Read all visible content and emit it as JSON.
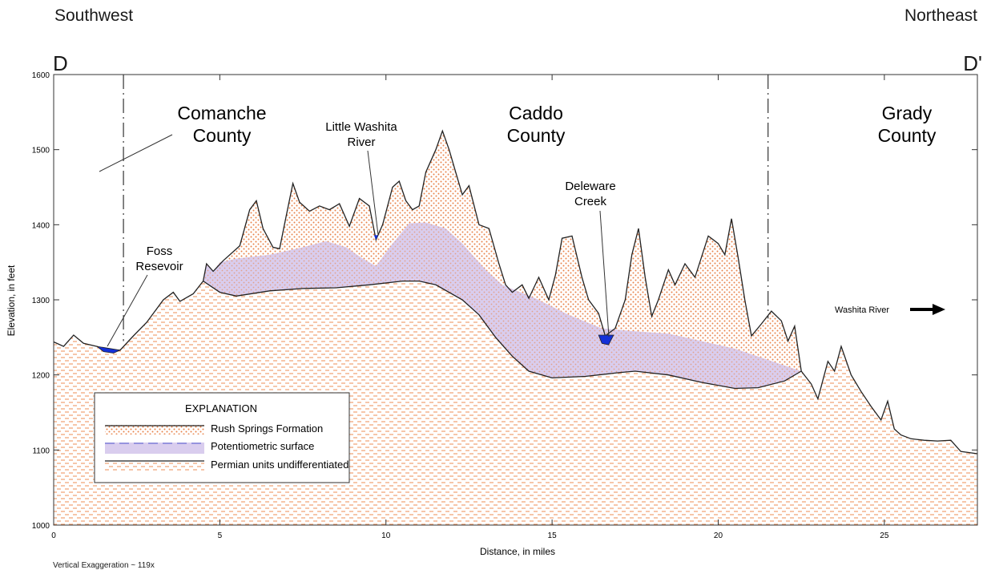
{
  "header": {
    "direction_left": "Southwest",
    "direction_right": "Northeast",
    "section_start": "D",
    "section_end": "D'"
  },
  "axes": {
    "ylabel": "Elevation, in feet",
    "xlabel": "Distance, in miles",
    "y_ticks": [
      "1000",
      "1100",
      "1200",
      "1300",
      "1400",
      "1500",
      "1600"
    ],
    "x_ticks": [
      "0",
      "5",
      "10",
      "15",
      "20",
      "25"
    ],
    "ylim": [
      1000,
      1600
    ],
    "xlim": [
      0,
      27.8
    ]
  },
  "labels": {
    "comanche_1": "Comanche",
    "comanche_2": "County",
    "caddo_1": "Caddo",
    "caddo_2": "County",
    "grady_1": "Grady",
    "grady_2": "County",
    "little_washita_1": "Little Washita",
    "little_washita_2": "River",
    "deleware_1": "Deleware",
    "deleware_2": "Creek",
    "foss_1": "Foss",
    "foss_2": "Resevoir",
    "washita": "Washita River"
  },
  "legend": {
    "title": "EXPLANATION",
    "items": [
      "Rush Springs Formation",
      "Potentiometric surface",
      "Permian units undifferentiated"
    ]
  },
  "footnote": "Vertical Exaggeration ~ 119x",
  "colors": {
    "rush_springs_dots": "#e8834a",
    "permian_dashes": "#f0a070",
    "potentiometric": "#d9cdee",
    "water": "#1430d8",
    "line": "#222222"
  },
  "profile": {
    "land_surface": [
      [
        0,
        1244
      ],
      [
        0.3,
        1238
      ],
      [
        0.6,
        1253
      ],
      [
        0.9,
        1242
      ],
      [
        1.3,
        1238
      ],
      [
        1.6,
        1233
      ],
      [
        2.0,
        1233
      ],
      [
        2.4,
        1252
      ],
      [
        2.8,
        1270
      ],
      [
        3.3,
        1300
      ],
      [
        3.6,
        1310
      ],
      [
        3.8,
        1298
      ],
      [
        4.2,
        1308
      ],
      [
        4.5,
        1325
      ],
      [
        4.6,
        1348
      ],
      [
        4.8,
        1338
      ],
      [
        5.1,
        1352
      ],
      [
        5.6,
        1372
      ],
      [
        5.9,
        1420
      ],
      [
        6.1,
        1432
      ],
      [
        6.3,
        1395
      ],
      [
        6.6,
        1370
      ],
      [
        6.8,
        1368
      ],
      [
        7.0,
        1412
      ],
      [
        7.2,
        1455
      ],
      [
        7.4,
        1430
      ],
      [
        7.7,
        1418
      ],
      [
        8.0,
        1425
      ],
      [
        8.3,
        1420
      ],
      [
        8.6,
        1428
      ],
      [
        8.9,
        1398
      ],
      [
        9.2,
        1435
      ],
      [
        9.5,
        1425
      ],
      [
        9.7,
        1380
      ],
      [
        9.9,
        1400
      ],
      [
        10.2,
        1450
      ],
      [
        10.4,
        1458
      ],
      [
        10.6,
        1432
      ],
      [
        10.8,
        1420
      ],
      [
        11.0,
        1425
      ],
      [
        11.2,
        1470
      ],
      [
        11.5,
        1500
      ],
      [
        11.7,
        1525
      ],
      [
        11.9,
        1500
      ],
      [
        12.1,
        1470
      ],
      [
        12.3,
        1440
      ],
      [
        12.5,
        1452
      ],
      [
        12.8,
        1400
      ],
      [
        13.1,
        1395
      ],
      [
        13.4,
        1348
      ],
      [
        13.6,
        1320
      ],
      [
        13.8,
        1310
      ],
      [
        14.1,
        1320
      ],
      [
        14.3,
        1302
      ],
      [
        14.6,
        1330
      ],
      [
        14.9,
        1300
      ],
      [
        15.1,
        1333
      ],
      [
        15.3,
        1382
      ],
      [
        15.6,
        1385
      ],
      [
        15.9,
        1330
      ],
      [
        16.1,
        1300
      ],
      [
        16.4,
        1282
      ],
      [
        16.6,
        1252
      ],
      [
        16.9,
        1262
      ],
      [
        17.2,
        1300
      ],
      [
        17.4,
        1360
      ],
      [
        17.6,
        1395
      ],
      [
        17.8,
        1330
      ],
      [
        18.0,
        1278
      ],
      [
        18.2,
        1300
      ],
      [
        18.5,
        1340
      ],
      [
        18.7,
        1320
      ],
      [
        19.0,
        1348
      ],
      [
        19.3,
        1330
      ],
      [
        19.7,
        1385
      ],
      [
        20.0,
        1375
      ],
      [
        20.2,
        1360
      ],
      [
        20.4,
        1408
      ],
      [
        20.6,
        1356
      ],
      [
        20.8,
        1300
      ],
      [
        21.0,
        1252
      ],
      [
        21.3,
        1268
      ],
      [
        21.6,
        1285
      ],
      [
        21.9,
        1272
      ],
      [
        22.1,
        1245
      ],
      [
        22.3,
        1265
      ],
      [
        22.5,
        1205
      ],
      [
        22.8,
        1188
      ],
      [
        23.0,
        1168
      ],
      [
        23.3,
        1218
      ],
      [
        23.5,
        1205
      ],
      [
        23.7,
        1238
      ],
      [
        24.0,
        1200
      ],
      [
        24.3,
        1178
      ],
      [
        24.6,
        1158
      ],
      [
        24.9,
        1140
      ],
      [
        25.1,
        1165
      ],
      [
        25.3,
        1128
      ],
      [
        25.5,
        1120
      ],
      [
        25.8,
        1115
      ],
      [
        26.2,
        1113
      ],
      [
        26.6,
        1112
      ],
      [
        27.0,
        1113
      ],
      [
        27.3,
        1098
      ],
      [
        27.8,
        1095
      ]
    ],
    "potentiometric_top": [
      [
        4.5,
        1325
      ],
      [
        4.6,
        1348
      ],
      [
        4.8,
        1338
      ],
      [
        5.0,
        1350
      ],
      [
        5.5,
        1355
      ],
      [
        6.5,
        1360
      ],
      [
        7.5,
        1370
      ],
      [
        8.2,
        1378
      ],
      [
        8.8,
        1370
      ],
      [
        9.3,
        1355
      ],
      [
        9.7,
        1345
      ],
      [
        10.2,
        1375
      ],
      [
        10.7,
        1402
      ],
      [
        11.2,
        1403
      ],
      [
        11.8,
        1395
      ],
      [
        12.3,
        1375
      ],
      [
        13.0,
        1340
      ],
      [
        13.5,
        1320
      ],
      [
        14.5,
        1302
      ],
      [
        15.5,
        1280
      ],
      [
        16.5,
        1262
      ],
      [
        17.5,
        1258
      ],
      [
        18.5,
        1255
      ],
      [
        19.5,
        1245
      ],
      [
        20.5,
        1235
      ],
      [
        21.5,
        1220
      ],
      [
        22.5,
        1205
      ]
    ],
    "permian_top": [
      [
        4.5,
        1325
      ],
      [
        5.0,
        1310
      ],
      [
        5.5,
        1305
      ],
      [
        6.5,
        1312
      ],
      [
        7.5,
        1315
      ],
      [
        8.5,
        1316
      ],
      [
        9.5,
        1320
      ],
      [
        10.5,
        1325
      ],
      [
        11.0,
        1325
      ],
      [
        11.5,
        1320
      ],
      [
        12.3,
        1300
      ],
      [
        12.8,
        1280
      ],
      [
        13.3,
        1250
      ],
      [
        13.8,
        1225
      ],
      [
        14.3,
        1205
      ],
      [
        15.0,
        1196
      ],
      [
        16.0,
        1198
      ],
      [
        17.0,
        1203
      ],
      [
        17.5,
        1205
      ],
      [
        18.5,
        1200
      ],
      [
        19.5,
        1190
      ],
      [
        20.5,
        1182
      ],
      [
        21.2,
        1183
      ],
      [
        22.0,
        1192
      ],
      [
        22.5,
        1205
      ]
    ],
    "foss_water": [
      [
        1.3,
        1238
      ],
      [
        1.5,
        1231
      ],
      [
        1.8,
        1229
      ],
      [
        2.0,
        1233
      ]
    ],
    "little_washita_water": [
      [
        9.64,
        1386
      ],
      [
        9.7,
        1380
      ],
      [
        9.76,
        1386
      ]
    ],
    "deleware_water": [
      [
        16.4,
        1253
      ],
      [
        16.5,
        1242
      ],
      [
        16.7,
        1240
      ],
      [
        16.85,
        1253
      ]
    ]
  },
  "county_lines": [
    2.1,
    21.5
  ]
}
